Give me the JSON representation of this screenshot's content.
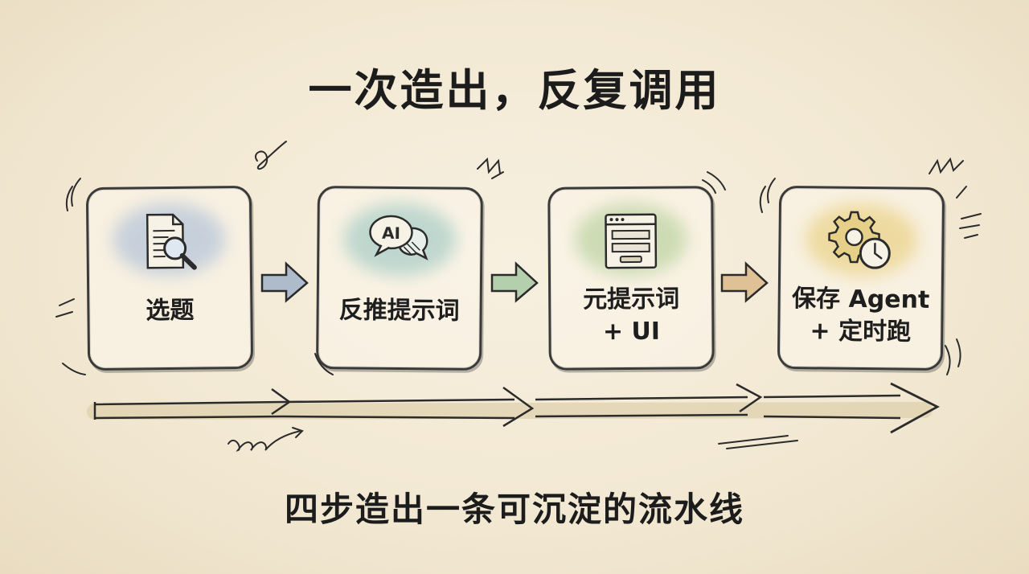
{
  "title": "一次造出，反复调用",
  "subtitle": "四步造出一条可沉淀的流水线",
  "steps": [
    {
      "label_lines": [
        "选题"
      ],
      "icon": "document-search-icon",
      "accent": "#9fb6d6"
    },
    {
      "label_lines": [
        "反推提示词"
      ],
      "icon": "ai-chat-icon",
      "accent": "#8fc1bd"
    },
    {
      "label_lines": [
        "元提示词",
        "+ UI"
      ],
      "icon": "ui-window-icon",
      "accent": "#a9c98e"
    },
    {
      "label_lines": [
        "保存 Agent",
        "+ 定时跑"
      ],
      "icon": "gear-clock-icon",
      "accent": "#e6c96b"
    }
  ],
  "colors": {
    "arrow_blue": "#8ea6c4",
    "arrow_green": "#9cc49a",
    "arrow_orange": "#d9b784",
    "ink": "#2b2b2b"
  }
}
